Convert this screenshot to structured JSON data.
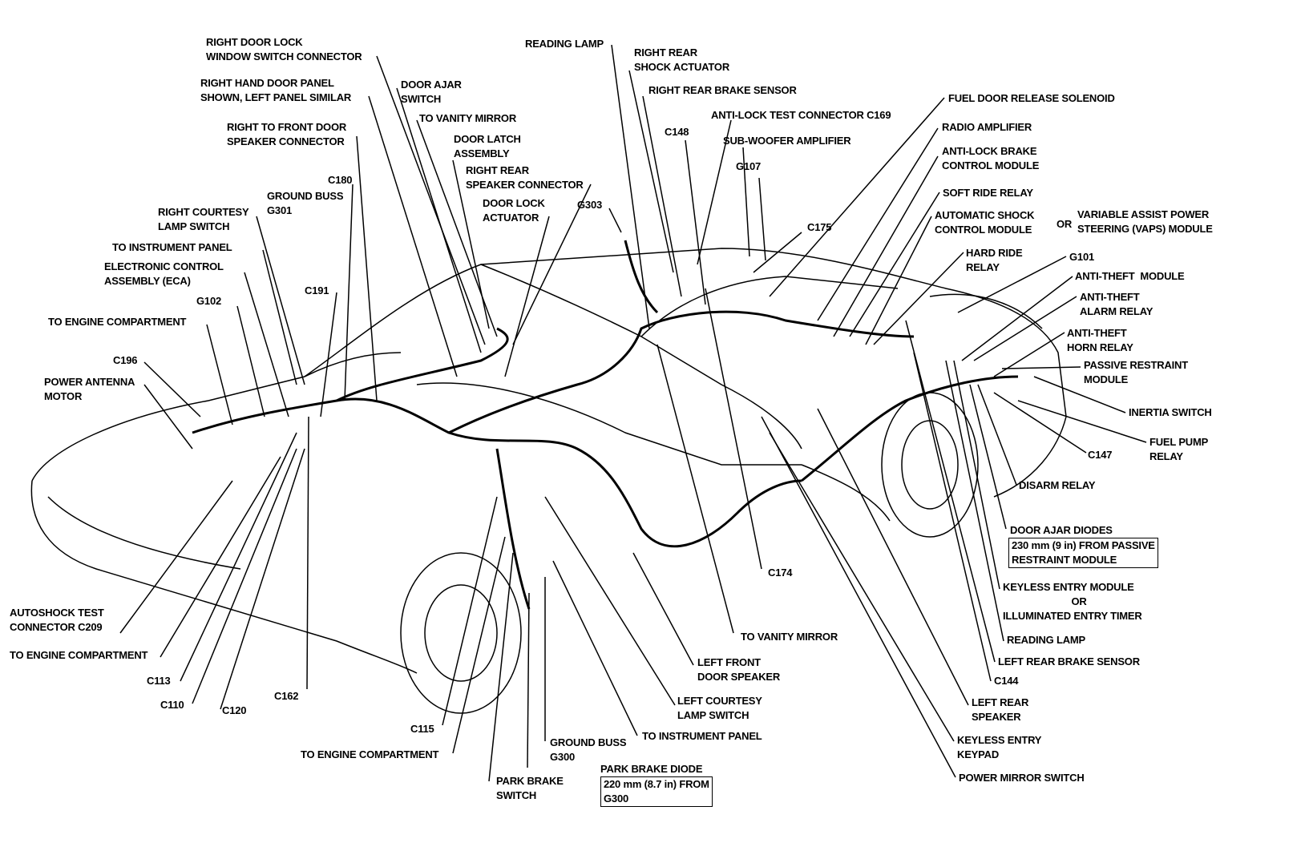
{
  "labels": {
    "right_door_lock": [
      "RIGHT DOOR LOCK",
      "WINDOW SWITCH CONNECTOR"
    ],
    "right_hand_door_panel": [
      "RIGHT HAND DOOR PANEL",
      "SHOWN, LEFT PANEL SIMILAR"
    ],
    "right_front_door_speaker": [
      "RIGHT TO FRONT DOOR",
      "SPEAKER CONNECTOR"
    ],
    "door_ajar_switch": [
      "DOOR AJAR",
      "SWITCH"
    ],
    "to_vanity_mirror_top": [
      "TO VANITY MIRROR"
    ],
    "door_latch": [
      "DOOR LATCH",
      "ASSEMBLY"
    ],
    "right_rear_speaker": [
      "RIGHT REAR",
      "SPEAKER CONNECTOR"
    ],
    "door_lock_actuator": [
      "DOOR LOCK",
      "ACTUATOR"
    ],
    "g303": [
      "G303"
    ],
    "reading_lamp_top": [
      "READING LAMP"
    ],
    "right_rear_shock": [
      "RIGHT REAR",
      "SHOCK ACTUATOR"
    ],
    "right_rear_brake": [
      "RIGHT REAR BRAKE SENSOR"
    ],
    "antilock_test": [
      "ANTI-LOCK TEST CONNECTOR C169"
    ],
    "c148": [
      "C148"
    ],
    "subwoofer": [
      "SUB-WOOFER AMPLIFIER"
    ],
    "g107": [
      "G107"
    ],
    "c175": [
      "C175"
    ],
    "c180": [
      "C180"
    ],
    "ground_buss_g301": [
      "GROUND BUSS",
      "G301"
    ],
    "right_courtesy": [
      "RIGHT COURTESY",
      "LAMP SWITCH"
    ],
    "to_instrument_panel_left": [
      "TO INSTRUMENT PANEL"
    ],
    "eca": [
      "ELECTRONIC CONTROL",
      "ASSEMBLY (ECA)"
    ],
    "c191": [
      "C191"
    ],
    "g102": [
      "G102"
    ],
    "to_engine_1": [
      "TO ENGINE COMPARTMENT"
    ],
    "c196": [
      "C196"
    ],
    "power_antenna": [
      "POWER ANTENNA",
      "MOTOR"
    ],
    "autoshock_test": [
      "AUTOSHOCK TEST",
      "CONNECTOR C209"
    ],
    "to_engine_2": [
      "TO ENGINE COMPARTMENT"
    ],
    "c113": [
      "C113"
    ],
    "c110": [
      "C110"
    ],
    "c120": [
      "C120"
    ],
    "c162": [
      "C162"
    ],
    "c115": [
      "C115"
    ],
    "to_engine_3": [
      "TO ENGINE COMPARTMENT"
    ],
    "park_brake_switch": [
      "PARK BRAKE",
      "SWITCH"
    ],
    "ground_buss_g300": [
      "GROUND BUSS",
      "G300"
    ],
    "park_brake_diode_title": "PARK BRAKE DIODE",
    "park_brake_diode_box": [
      "220 mm (8.7 in) FROM",
      "G300"
    ],
    "to_instrument_panel_bottom": [
      "TO INSTRUMENT PANEL"
    ],
    "left_courtesy": [
      "LEFT COURTESY",
      "LAMP SWITCH"
    ],
    "left_front_speaker": [
      "LEFT FRONT",
      "DOOR SPEAKER"
    ],
    "to_vanity_mirror_bottom": [
      "TO VANITY MIRROR"
    ],
    "c174": [
      "C174"
    ],
    "fuel_door": [
      "FUEL DOOR RELEASE SOLENOID"
    ],
    "radio_amp": [
      "RADIO AMPLIFIER"
    ],
    "antilock_module": [
      "ANTI-LOCK BRAKE",
      "CONTROL MODULE"
    ],
    "soft_ride": [
      "SOFT RIDE RELAY"
    ],
    "auto_shock_module": [
      "AUTOMATIC SHOCK",
      "CONTROL MODULE"
    ],
    "or_1": "OR",
    "vaps": [
      "VARIABLE ASSIST POWER",
      "STEERING (VAPS) MODULE"
    ],
    "hard_ride": [
      "HARD RIDE",
      "RELAY"
    ],
    "g101": [
      "G101"
    ],
    "antitheft_module": [
      "ANTI-THEFT  MODULE"
    ],
    "antitheft_alarm": [
      "ANTI-THEFT",
      "ALARM RELAY"
    ],
    "antitheft_horn": [
      "ANTI-THEFT",
      "HORN RELAY"
    ],
    "passive_restraint": [
      "PASSIVE RESTRAINT",
      "MODULE"
    ],
    "inertia_switch": [
      "INERTIA SWITCH"
    ],
    "fuel_pump": [
      "FUEL PUMP",
      "RELAY"
    ],
    "c147": [
      "C147"
    ],
    "disarm_relay": [
      "DISARM RELAY"
    ],
    "door_ajar_diodes_title": "DOOR AJAR DIODES",
    "door_ajar_diodes_box": [
      "230 mm (9 in) FROM PASSIVE",
      "RESTRAINT MODULE"
    ],
    "keyless_module": [
      "KEYLESS ENTRY MODULE",
      "OR",
      "ILLUMINATED ENTRY TIMER"
    ],
    "reading_lamp_right": [
      "READING LAMP"
    ],
    "left_rear_brake": [
      "LEFT REAR BRAKE SENSOR"
    ],
    "c144": [
      "C144"
    ],
    "left_rear_speaker": [
      "LEFT REAR",
      "SPEAKER"
    ],
    "keyless_keypad": [
      "KEYLESS ENTRY",
      "KEYPAD"
    ],
    "power_mirror": [
      "POWER MIRROR SWITCH"
    ]
  }
}
